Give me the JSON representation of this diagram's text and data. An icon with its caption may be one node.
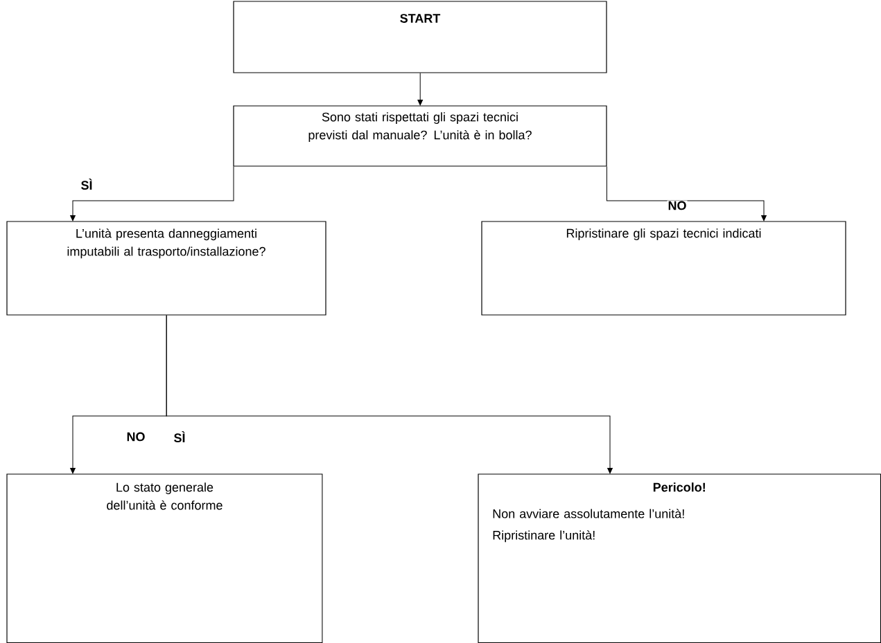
{
  "diagram": {
    "nodes": [
      {
        "text": [
          "START"
        ]
      },
      {
        "text": [
          "Sono stati rispettati gli spazi tecnici previsti dal manuale? L’unità è in bolla?"
        ]
      },
      {
        "text": [
          "L’unità presenta danneggiamenti imputabili al trasporto/installazione?"
        ]
      },
      {
        "text": [
          "Ripristinare gli spazi tecnici indicati"
        ]
      },
      {
        "text": [
          "Lo stato generale dell’unità è conforme"
        ]
      },
      {
        "text": [
          "Pericolo!",
          "Non avviare assolutamente l’unità!",
          "Ripristinare l’unità!"
        ]
      }
    ],
    "edges": [
      {
        "from": 0,
        "to": 1,
        "arrow": "to"
      },
      {
        "from": 1,
        "to": 2,
        "arrow": "to",
        "label": "SÌ"
      },
      {
        "from": 1,
        "to": 3,
        "arrow": "to",
        "label": "NO"
      },
      {
        "from": 2,
        "to": 4,
        "arrow": "to",
        "label": "NO"
      },
      {
        "from": 2,
        "to": 5,
        "arrow": "to",
        "label": "SÌ"
      }
    ]
  }
}
